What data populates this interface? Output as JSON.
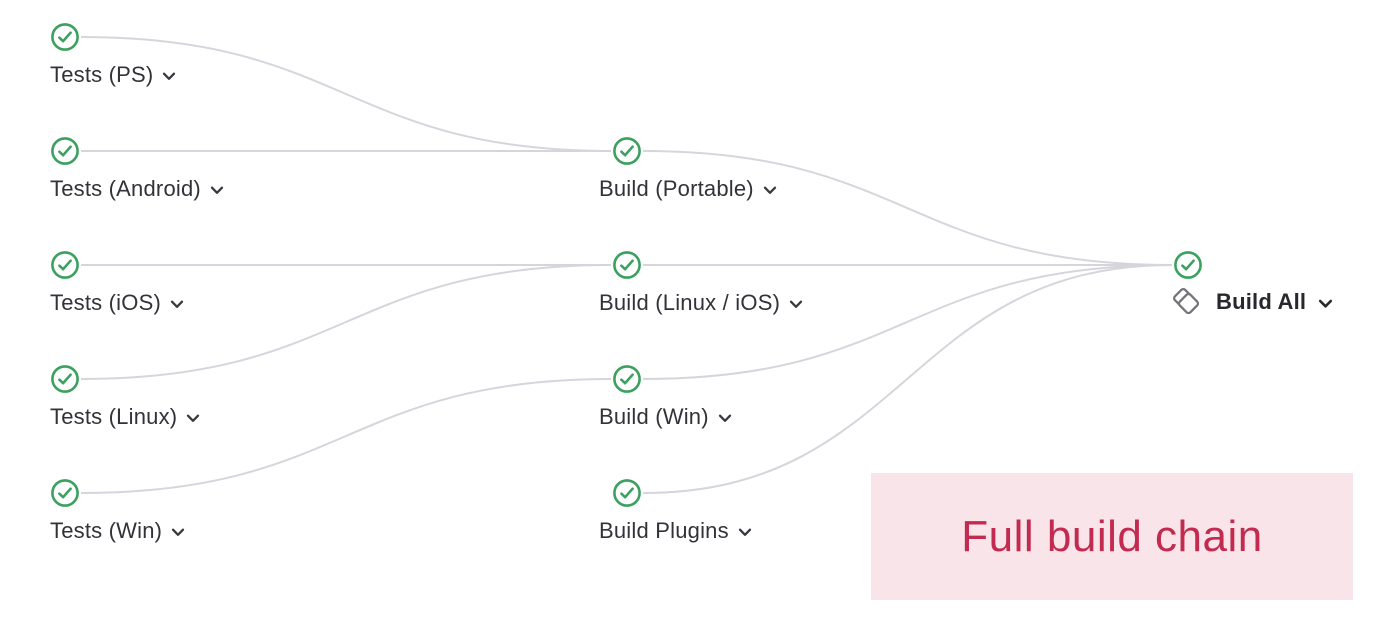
{
  "pipeline": {
    "nodes": [
      {
        "id": "tests-ps",
        "label": "Tests (PS)",
        "status": "success",
        "stage": "test"
      },
      {
        "id": "tests-android",
        "label": "Tests (Android)",
        "status": "success",
        "stage": "test"
      },
      {
        "id": "tests-ios",
        "label": "Tests (iOS)",
        "status": "success",
        "stage": "test"
      },
      {
        "id": "tests-linux",
        "label": "Tests (Linux)",
        "status": "success",
        "stage": "test"
      },
      {
        "id": "tests-win",
        "label": "Tests (Win)",
        "status": "success",
        "stage": "test"
      },
      {
        "id": "build-portable",
        "label": "Build (Portable)",
        "status": "success",
        "stage": "build"
      },
      {
        "id": "build-linux-ios",
        "label": "Build (Linux / iOS)",
        "status": "success",
        "stage": "build"
      },
      {
        "id": "build-win",
        "label": "Build (Win)",
        "status": "success",
        "stage": "build"
      },
      {
        "id": "build-plugins",
        "label": "Build Plugins",
        "status": "success",
        "stage": "build"
      },
      {
        "id": "build-all",
        "label": "Build All",
        "status": "success",
        "stage": "final"
      }
    ],
    "edges": [
      {
        "from": "tests-ps",
        "to": "build-portable"
      },
      {
        "from": "tests-android",
        "to": "build-portable"
      },
      {
        "from": "tests-ios",
        "to": "build-linux-ios"
      },
      {
        "from": "tests-linux",
        "to": "build-linux-ios"
      },
      {
        "from": "tests-win",
        "to": "build-win"
      },
      {
        "from": "build-portable",
        "to": "build-all"
      },
      {
        "from": "build-linux-ios",
        "to": "build-all"
      },
      {
        "from": "build-win",
        "to": "build-all"
      },
      {
        "from": "build-plugins",
        "to": "build-all"
      }
    ]
  },
  "annotation": {
    "text": "Full build chain",
    "background": "#f9e4e9",
    "text_color": "#c22a50"
  },
  "colors": {
    "status_success_green": "#3ca05f",
    "edge_gray": "#d6d5dc",
    "label_dark": "#333238",
    "tag_icon_gray": "#75747c"
  },
  "icons": {
    "status": "check-circle-icon",
    "dropdown": "chevron-down-icon",
    "build_all": "overlapping-tags-icon"
  }
}
